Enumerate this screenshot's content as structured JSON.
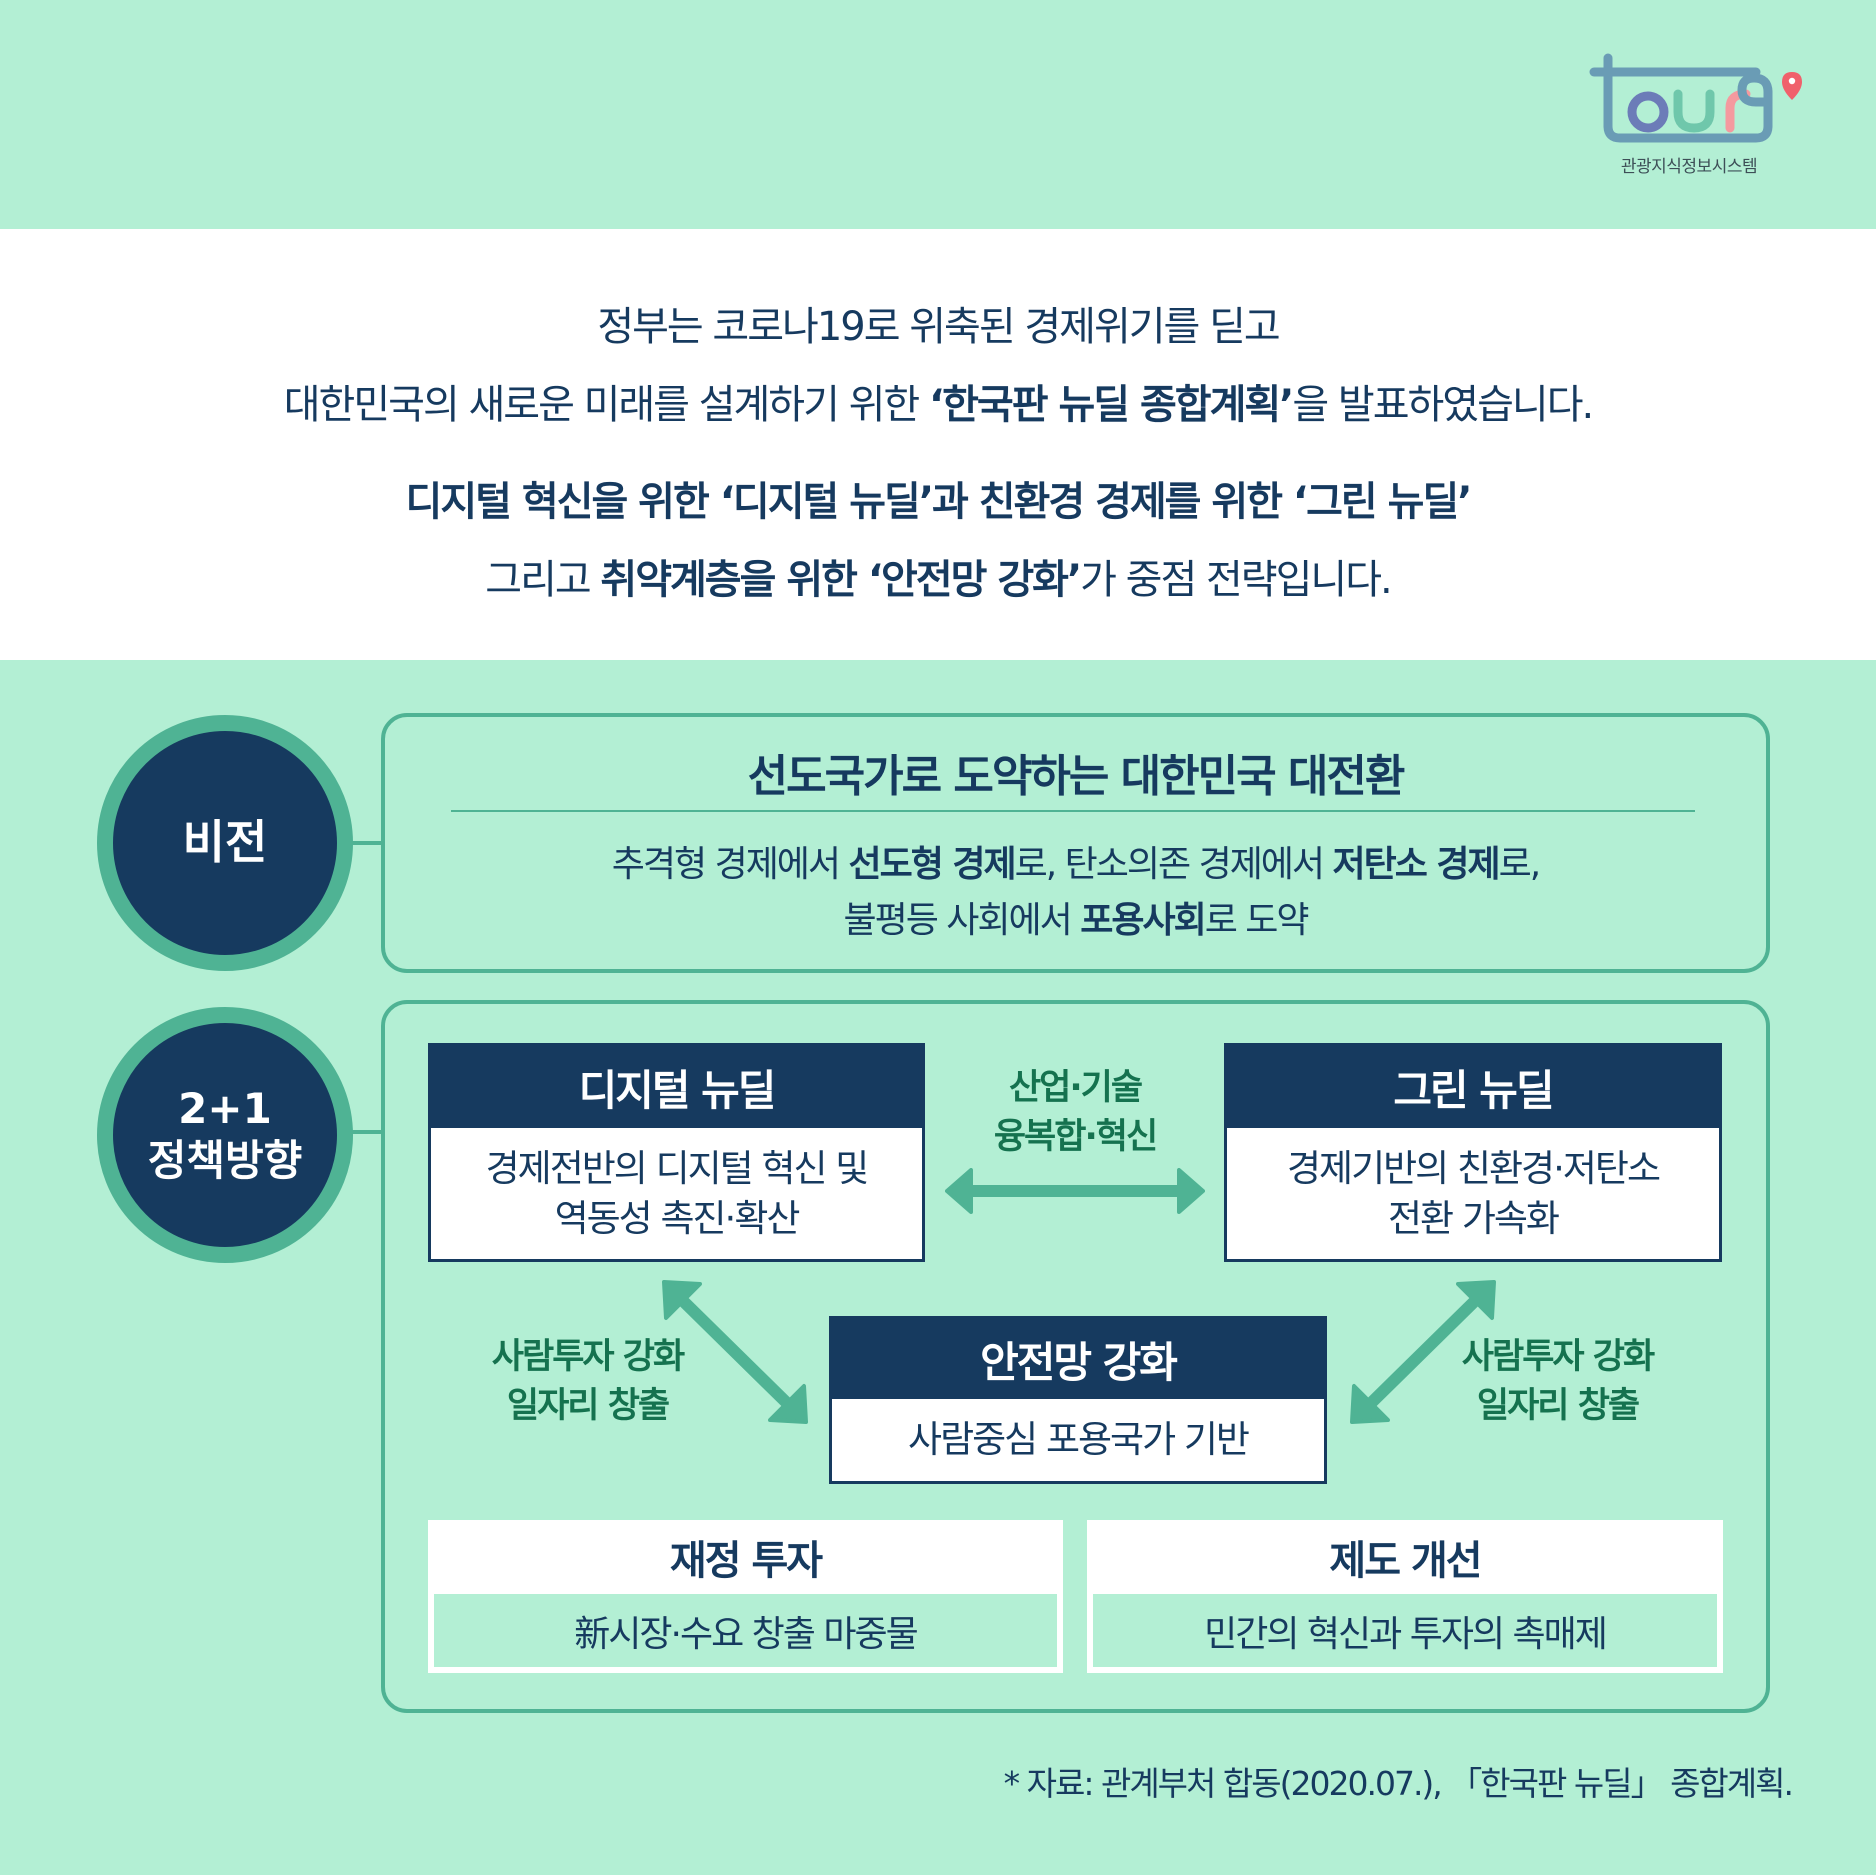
{
  "logo": {
    "wordmark": "tour9",
    "subtitle": "관광지식정보시스템",
    "colors": {
      "frame": "#6a9cb5",
      "o": "#6c7cb8",
      "u": "#6fc7ab",
      "r": "#f49a9f",
      "pin": "#f0606b"
    }
  },
  "intro": {
    "line1": "정부는 코로나19로 위축된 경제위기를 딛고",
    "line2": {
      "pre": "대한민국의 새로운 미래를 설계하기 위한 ",
      "bold": "‘한국판 뉴딜 종합계획’",
      "post": "을 발표하였습니다."
    },
    "line3": "디지털 혁신을 위한 ‘디지털 뉴딜’과 친환경 경제를 위한 ‘그린 뉴딜’",
    "line4": {
      "pre": "그리고 ",
      "bold": "취약계층을 위한 ‘안전망 강화’",
      "post": "가 중점 전략입니다."
    }
  },
  "vision": {
    "label": "비전",
    "title": "선도국가로 도약하는 대한민국 대전환",
    "desc1": {
      "a": "추격형 경제에서 ",
      "b": "선도형 경제",
      "c": "로, 탄소의존 경제에서 ",
      "d": "저탄소 경제",
      "e": "로,"
    },
    "desc2": {
      "a": "불평등 사회에서 ",
      "b": "포용사회",
      "c": "로 도약"
    }
  },
  "policy": {
    "label_line1": "2+1",
    "label_line2": "정책방향",
    "digital": {
      "title": "디지털 뉴딜",
      "line1": "경제전반의 디지털 혁신 및",
      "line2": "역동성 촉진·확산"
    },
    "green": {
      "title": "그린 뉴딜",
      "line1": "경제기반의 친환경·저탄소",
      "line2": "전환 가속화"
    },
    "safety": {
      "title": "안전망 강화",
      "line1": "사람중심 포용국가 기반"
    },
    "links": {
      "top": {
        "line1": "산업·기술",
        "line2": "융복합·혁신"
      },
      "left": {
        "line1": "사람투자 강화",
        "line2": "일자리 창출"
      },
      "right": {
        "line1": "사람투자 강화",
        "line2": "일자리 창출"
      }
    },
    "fiscal": {
      "title": "재정 투자",
      "desc": "新시장·수요 창출 마중물"
    },
    "institution": {
      "title": "제도 개선",
      "desc": "민간의 혁신과 투자의 촉매제"
    }
  },
  "footer": {
    "source": "* 자료: 관계부처 합동(2020.07.), 「한국판 뉴딜」 종합계획."
  },
  "colors": {
    "background_mint": "#b3efd4",
    "navy": "#163a5f",
    "accent_green": "#4fb394",
    "label_green": "#15724f",
    "white": "#ffffff"
  }
}
